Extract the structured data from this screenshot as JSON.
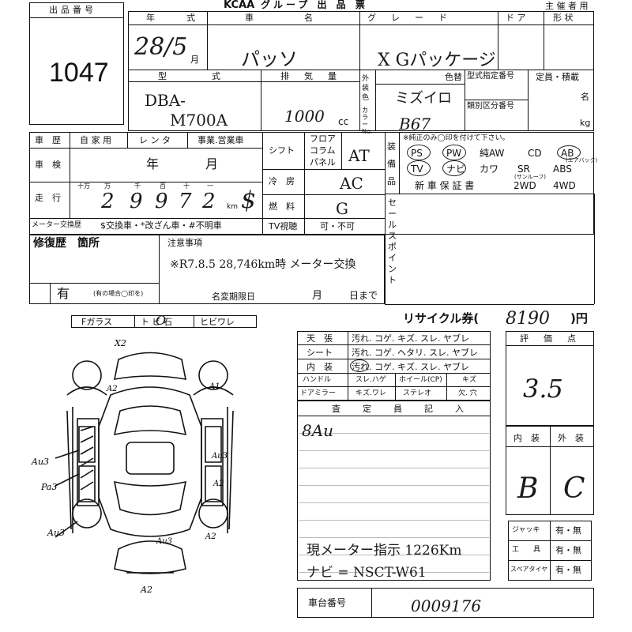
{
  "header": {
    "auction_logo": "KCAA",
    "auction_title": "グループ 出 品 票",
    "organizer": "主 催 者 用"
  },
  "lot": {
    "label": "出品番号",
    "number": "1047"
  },
  "vehicle": {
    "year_label": "年　　式",
    "year_value": "28/5",
    "year_unit": "月",
    "name_label": "車　　　　名",
    "name_value": "パッソ",
    "grade_label": "グ　レ　ー　ド",
    "grade_value": "X Gパッケージ",
    "door_label": "ド ア",
    "shape_label": "形 状",
    "model_label": "型　　　式",
    "model_value_1": "DBA-",
    "model_value_2": "M700A",
    "displacement_label": "排　気　量",
    "displacement_value": "1000",
    "displacement_unit": "cc",
    "exterior_label": "外装色",
    "color_no_label": "カラーNo.",
    "repaint_label": "色替",
    "color_value": "ミズイロ",
    "color_no_value": "B67",
    "type_spec_label": "型式指定番号",
    "class_label": "類別区分番号",
    "capacity_label": "定員・積載",
    "capacity_unit_1": "名",
    "capacity_unit_2": "kg"
  },
  "history": {
    "label": "車　歴",
    "options": [
      "自 家 用",
      "レ ン タ",
      "事業.営業車"
    ],
    "inspection_label": "車　検",
    "inspection_year": "年",
    "inspection_month": "月",
    "mileage_label": "走　行",
    "digit_labels": [
      "十万",
      "万",
      "千",
      "百",
      "十",
      "一"
    ],
    "mileage_digits": [
      "2",
      "9",
      "9",
      "7",
      "2"
    ],
    "mileage_unit": "km",
    "mileage_mark": "$",
    "meter_label": "メーター交換歴",
    "meter_options": "$交換車・*改ざん車・#不明車"
  },
  "drivetrain": {
    "shift_label": "シフト",
    "shift_options": [
      "フロア",
      "コラム",
      "パネル"
    ],
    "shift_value": "AT",
    "ac_label": "冷　房",
    "ac_value": "AC",
    "fuel_label": "燃　料",
    "fuel_value": "G",
    "tv_label": "TV視聴",
    "tv_value": "可・不可"
  },
  "equipment": {
    "label": "装備品",
    "note": "※純正のみ◯印を付けて下さい。",
    "row1": [
      "PS",
      "PW",
      "純AW",
      "CD",
      "AB"
    ],
    "row1_sub": "(エアバック)",
    "row2": [
      "TV",
      "ナビ",
      "カワ",
      "SR",
      "ABS"
    ],
    "row2_sub": "(サンルーフ)",
    "row3": [
      "新 車 保 証 書",
      "2WD",
      "4WD"
    ]
  },
  "sale_point": {
    "label": "セールスポイント"
  },
  "repair": {
    "label": "修復歴　箇所",
    "has_label": "有",
    "has_note": "(有の場合◯印を)",
    "notes_label": "注意事項",
    "notes_value": "※R7.8.5 28,746km時 メーター交換",
    "rename_label": "名変期限日",
    "rename_month": "月",
    "rename_day": "日まで"
  },
  "recycle": {
    "label": "リサイクル券(",
    "value": "8190",
    "unit": ")円"
  },
  "glass": {
    "items": [
      "Fガラス",
      "ト ビ 石",
      "ヒビワレ"
    ],
    "mark": "O"
  },
  "condition": {
    "rows": [
      {
        "label": "天　張",
        "value": "汚れ. コゲ. キズ. スレ. ヤブレ"
      },
      {
        "label": "シート",
        "value": "汚れ. コゲ. ヘタリ. スレ. ヤブレ"
      },
      {
        "label": "内　装",
        "value": "汚れ. コゲ. キズ. スレ. ヤブレ"
      }
    ],
    "row4": [
      "ハンドル",
      "スレ.ハゲ",
      "ホイール(CP)",
      "キズ"
    ],
    "row5": [
      "ドアミラー",
      "キズ.ワレ",
      "ステレオ",
      "欠. 穴"
    ]
  },
  "inspector": {
    "label": "査　　定　　員　　記　　入",
    "line1": "8Au",
    "line2": "現メーター指示 1226Km",
    "line3": "ナビ = NSCT-W61"
  },
  "score": {
    "label": "評　価　点",
    "value": "3.5",
    "interior_label": "内　装",
    "exterior_label": "外　装",
    "interior_value": "B",
    "exterior_value": "C"
  },
  "tools": [
    {
      "label": "ジャッキ",
      "value": "有・無"
    },
    {
      "label": "工　　具",
      "value": "有・無"
    },
    {
      "label": "スペアタイヤ",
      "value": "有・無"
    }
  ],
  "chassis": {
    "label": "車台番号",
    "value": "0009176"
  },
  "diagram_marks": {
    "top_right": "A1",
    "top_left_a": "A2",
    "left_a": "Au3",
    "left_p": "Pa3",
    "right_a": "Au3",
    "right_a2": "A2",
    "bottom_left": "Au3",
    "bottom_mid": "Au3",
    "bottom_right": "A2",
    "rear_a": "A2",
    "front_mark": "X2"
  }
}
